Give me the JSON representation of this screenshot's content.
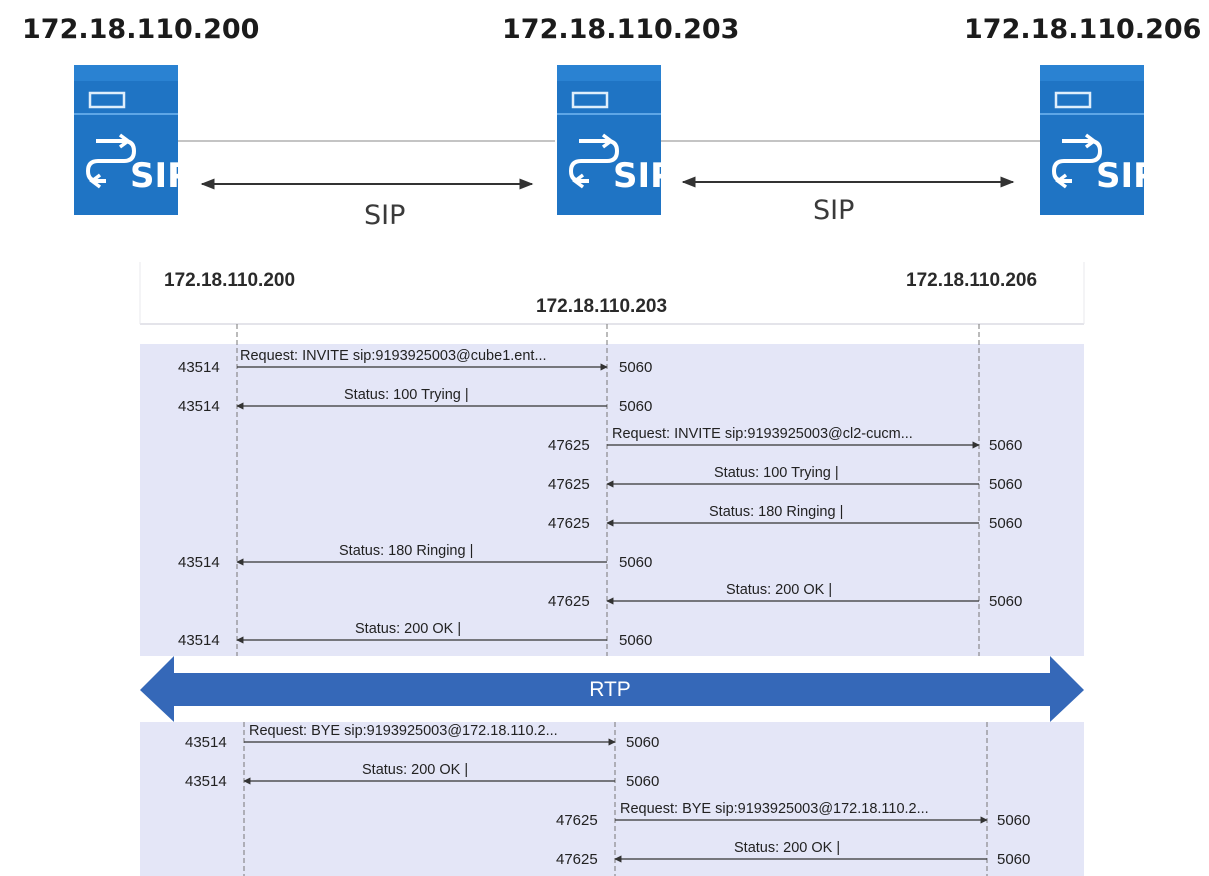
{
  "hosts": {
    "left": "172.18.110.200",
    "middle": "172.18.110.203",
    "right": "172.18.110.206"
  },
  "server_icon_text": "SIP",
  "links": {
    "left": "SIP",
    "right": "SIP"
  },
  "ladder_header": {
    "left": "172.18.110.200",
    "middle": "172.18.110.203",
    "right": "172.18.110.206"
  },
  "colors": {
    "server_blue": "#1f74c4",
    "rtp_blue": "#3568b8",
    "band": "#e4e6f7"
  },
  "messages": [
    {
      "text": "Request: INVITE sip:9193925003@cube1.ent...",
      "src_port": "43514",
      "dst_port": "5060"
    },
    {
      "text": "Status: 100 Trying |",
      "src_port": "43514",
      "dst_port": "5060"
    },
    {
      "text": "Request: INVITE sip:9193925003@cl2-cucm...",
      "src_port": "47625",
      "dst_port": "5060"
    },
    {
      "text": "Status: 100 Trying |",
      "src_port": "47625",
      "dst_port": "5060"
    },
    {
      "text": "Status: 180 Ringing |",
      "src_port": "47625",
      "dst_port": "5060"
    },
    {
      "text": "Status: 180 Ringing |",
      "src_port": "43514",
      "dst_port": "5060"
    },
    {
      "text": "Status: 200 OK |",
      "src_port": "47625",
      "dst_port": "5060"
    },
    {
      "text": "Status: 200 OK |",
      "src_port": "43514",
      "dst_port": "5060"
    }
  ],
  "rtp_label": "RTP",
  "teardown": [
    {
      "text": "Request: BYE sip:9193925003@172.18.110.2...",
      "src_port": "43514",
      "dst_port": "5060"
    },
    {
      "text": "Status: 200 OK |",
      "src_port": "43514",
      "dst_port": "5060"
    },
    {
      "text": "Request: BYE sip:9193925003@172.18.110.2...",
      "src_port": "47625",
      "dst_port": "5060"
    },
    {
      "text": "Status: 200 OK |",
      "src_port": "47625",
      "dst_port": "5060"
    }
  ]
}
